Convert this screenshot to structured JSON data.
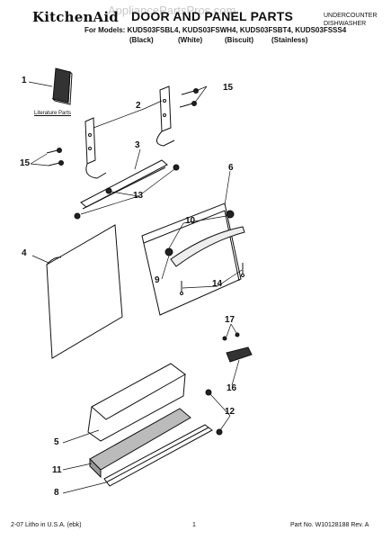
{
  "header": {
    "brand": "KitchenAid",
    "title": "DOOR AND PANEL PARTS",
    "watermark": "AppliancePartsPros.com",
    "product_line1": "UNDERCOUNTER",
    "product_line2": "DISHWASHER",
    "models_label": "For Models: KUDS03FSBL4, KUDS03FSWH4, KUDS03FSBT4, KUDS03FSSS4",
    "variants": [
      "(Black)",
      "(White)",
      "(Biscuit)",
      "(Stainless)"
    ]
  },
  "literature_label": "Literature Parts",
  "callouts": [
    "1",
    "2",
    "3",
    "4",
    "5",
    "6",
    "8",
    "9",
    "10",
    "11",
    "12",
    "13",
    "14",
    "15",
    "15",
    "16",
    "17"
  ],
  "footer": {
    "left": "2-07 Litho in U.S.A. (ebk)",
    "center": "1",
    "right": "Part No. W10128188 Rev. A"
  }
}
